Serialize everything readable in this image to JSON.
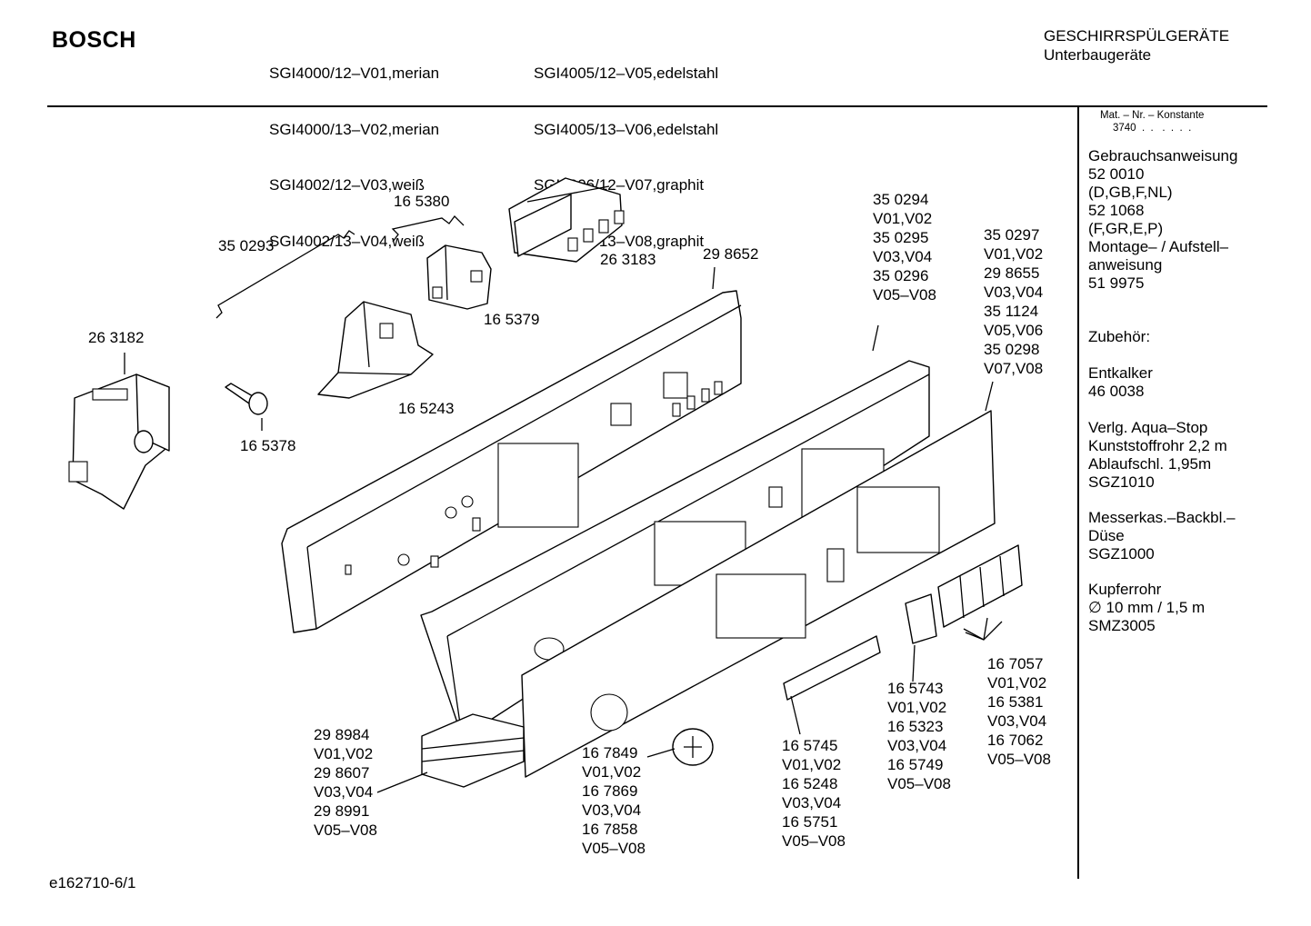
{
  "header": {
    "brand": "BOSCH",
    "models_col1": [
      "SGI4000/12–V01,merian",
      "SGI4000/13–V02,merian",
      "SGI4002/12–V03,weiß",
      "SGI4002/13–V04,weiß"
    ],
    "models_col2": [
      "SGI4005/12–V05,edelstahl",
      "SGI4005/13–V06,edelstahl",
      "SGI4006/12–V07,graphit",
      "SGI4006/13–V08,graphit"
    ],
    "category": "GESCHIRRSPÜLGERÄTE",
    "subcategory": "Unterbaugeräte"
  },
  "sidebar": {
    "mat_label": "Mat. – Nr. – Konstante",
    "mat_value": "3740  .  .   .  .  .  .",
    "docs": [
      "Gebrauchsanweisung",
      "52 0010",
      "(D,GB,F,NL)",
      "52 1068",
      "(F,GR,E,P)",
      "Montage– / Aufstell–",
      "anweisung",
      "51 9975"
    ],
    "accessories_title": "Zubehör:",
    "accessories": [
      [
        "Entkalker",
        "46 0038"
      ],
      [
        "Verlg. Aqua–Stop",
        "Kunststoffrohr 2,2 m",
        "Ablaufschl. 1,95m",
        "SGZ1010"
      ],
      [
        "Messerkas.–Backbl.–",
        "Düse",
        "SGZ1000"
      ],
      [
        "Kupferrohr",
        "∅ 10 mm / 1,5 m",
        "SMZ3005"
      ]
    ]
  },
  "parts": {
    "p350293": "35 0293",
    "p165380": "16 5380",
    "p263183": "26 3183",
    "p165379": "16 5379",
    "p298652": "29 8652",
    "p263182": "26 3182",
    "p165243": "16 5243",
    "p165378": "16 5378",
    "group_350294": [
      "35 0294",
      "V01,V02",
      "35 0295",
      "V03,V04",
      "35 0296",
      "V05–V08"
    ],
    "group_350297": [
      "35 0297",
      "V01,V02",
      "29 8655",
      "V03,V04",
      "35 1124",
      "V05,V06",
      "35 0298",
      "V07,V08"
    ],
    "group_298984": [
      "29 8984",
      "V01,V02",
      "29 8607",
      "V03,V04",
      "29 8991",
      "V05–V08"
    ],
    "group_167849": [
      "16 7849",
      "V01,V02",
      "16 7869",
      "V03,V04",
      "16 7858",
      "V05–V08"
    ],
    "group_165745": [
      "16 5745",
      "V01,V02",
      "16 5248",
      "V03,V04",
      "16 5751",
      "V05–V08"
    ],
    "group_165743": [
      "16 5743",
      "V01,V02",
      "16 5323",
      "V03,V04",
      "16 5749",
      "V05–V08"
    ],
    "group_167057": [
      "16 7057",
      "V01,V02",
      "16 5381",
      "V03,V04",
      "16 7062",
      "V05–V08"
    ]
  },
  "footer": {
    "code": "e162710-6/1"
  }
}
